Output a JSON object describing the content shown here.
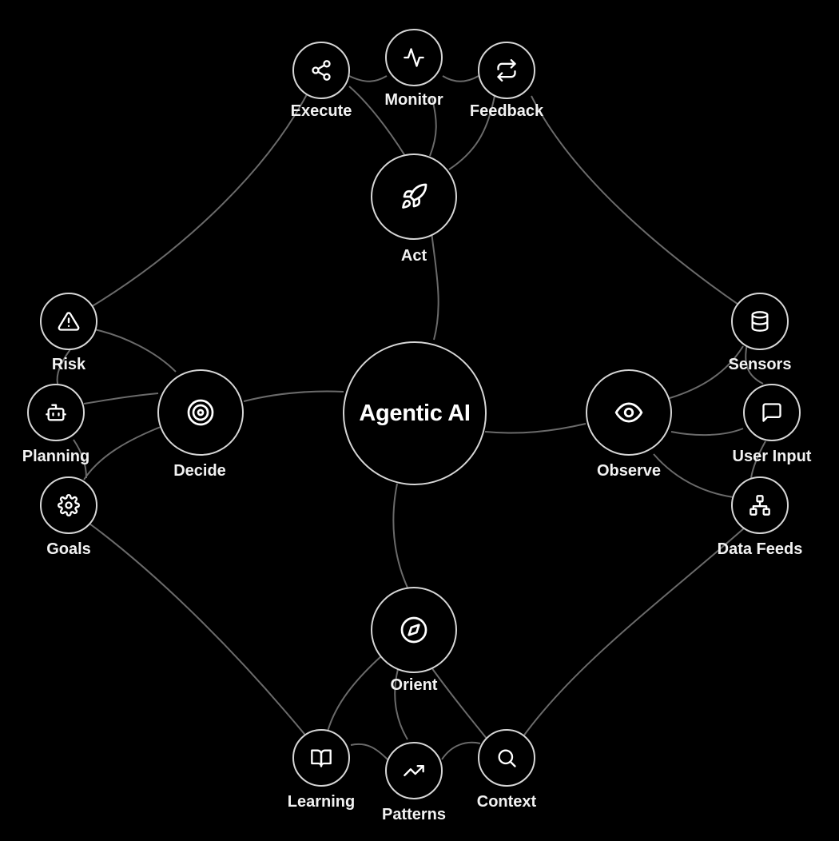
{
  "center": {
    "label": "Agentic AI"
  },
  "phases": {
    "act": {
      "label": "Act",
      "icon": "rocket-icon"
    },
    "observe": {
      "label": "Observe",
      "icon": "eye-icon"
    },
    "orient": {
      "label": "Orient",
      "icon": "compass-icon"
    },
    "decide": {
      "label": "Decide",
      "icon": "target-icon"
    }
  },
  "satellites": {
    "execute": {
      "label": "Execute",
      "icon": "share-icon"
    },
    "monitor": {
      "label": "Monitor",
      "icon": "activity-icon"
    },
    "feedback": {
      "label": "Feedback",
      "icon": "repeat-icon"
    },
    "sensors": {
      "label": "Sensors",
      "icon": "database-icon"
    },
    "user_input": {
      "label": "User Input",
      "icon": "message-square-icon"
    },
    "data_feeds": {
      "label": "Data Feeds",
      "icon": "network-icon"
    },
    "learning": {
      "label": "Learning",
      "icon": "book-open-icon"
    },
    "patterns": {
      "label": "Patterns",
      "icon": "trending-up-icon"
    },
    "context": {
      "label": "Context",
      "icon": "search-icon"
    },
    "risk": {
      "label": "Risk",
      "icon": "warning-icon"
    },
    "planning": {
      "label": "Planning",
      "icon": "bot-icon"
    },
    "goals": {
      "label": "Goals",
      "icon": "gear-icon"
    }
  },
  "colors": {
    "background": "#000000",
    "stroke": "#d6d6d6",
    "edge": "#6a6a6a",
    "text": "#ffffff"
  }
}
